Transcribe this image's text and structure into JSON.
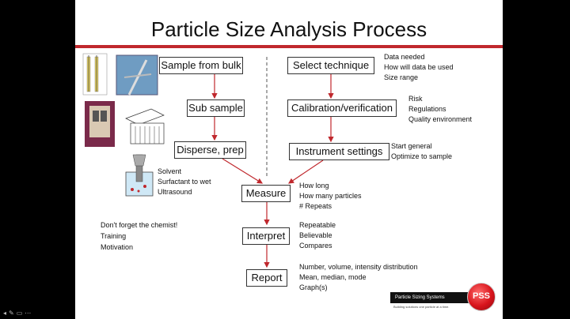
{
  "slide": {
    "title": "Particle Size Analysis Process"
  },
  "flow_left": {
    "sample_from_bulk": "Sample from bulk",
    "sub_sample": "Sub sample",
    "disperse_prep": "Disperse, prep"
  },
  "flow_right": {
    "select_technique": "Select technique",
    "calibration": "Calibration/verification",
    "instrument_settings": "Instrument settings"
  },
  "flow_center": {
    "measure": "Measure",
    "interpret": "Interpret",
    "report": "Report"
  },
  "notes": {
    "select_technique": [
      "Data needed",
      "How will data be used",
      "Size range"
    ],
    "calibration": [
      "Risk",
      "Regulations",
      "Quality environment"
    ],
    "instrument_settings": [
      "Start general",
      "Optimize to sample"
    ],
    "disperse": [
      "Solvent",
      "Surfactant to wet",
      "Ultrasound"
    ],
    "measure": [
      "How long",
      "How many particles",
      "# Repeats"
    ],
    "interpret": [
      "Repeatable",
      "Believable",
      "Compares"
    ],
    "report": [
      "Number, volume, intensity distribution",
      "Mean, median, mode",
      "Graph(s)"
    ],
    "chemist": [
      "Don't forget the chemist!",
      "Training",
      "Motivation"
    ]
  },
  "branding": {
    "company": "Particle Sizing Systems",
    "tagline": "Building solutions one particle at a time.",
    "logo_text": "PSS"
  },
  "colors": {
    "accent": "#c0282d",
    "arrow": "#c0282d",
    "logo": "#d8141c"
  },
  "player": {
    "controls": [
      "prev-icon",
      "pen-icon",
      "slides-icon",
      "more-icon"
    ]
  }
}
